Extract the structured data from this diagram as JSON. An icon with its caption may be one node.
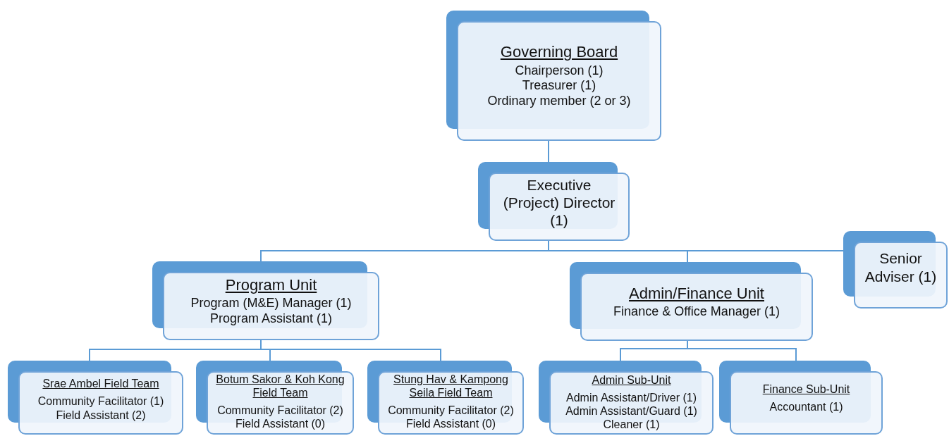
{
  "diagram": {
    "nodes": [
      {
        "text": [
          "Governing Board",
          "Chairperson (1)",
          "Treasurer (1)",
          "Ordinary member (2 or 3)"
        ]
      },
      {
        "text": [
          "Executive (Project) Director (1)"
        ]
      },
      {
        "text": [
          "Program Unit",
          "Program (M&E) Manager (1)",
          "Program Assistant (1)"
        ]
      },
      {
        "text": [
          "Admin/Finance Unit",
          "Finance & Office Manager (1)"
        ]
      },
      {
        "text": [
          "Senior Adviser (1)"
        ]
      },
      {
        "text": [
          "Srae Ambel Field Team",
          "Community Facilitator (1)",
          "Field Assistant (2)"
        ]
      },
      {
        "text": [
          "Botum Sakor & Koh Kong Field Team",
          "Community Facilitator (2)",
          "Field Assistant (0)"
        ]
      },
      {
        "text": [
          "Stung Hav & Kampong Seila Field Team",
          "Community Facilitator (2)",
          "Field Assistant (0)"
        ]
      },
      {
        "text": [
          "Admin Sub-Unit",
          "Admin Assistant/Driver (1)",
          "Admin Assistant/Guard (1)",
          "Cleaner (1)"
        ]
      },
      {
        "text": [
          "Finance Sub-Unit",
          "Accountant (1)"
        ]
      }
    ],
    "edges": [
      {
        "from": 0,
        "to": 1,
        "arrow": "none"
      },
      {
        "from": 1,
        "to": 2,
        "arrow": "none"
      },
      {
        "from": 1,
        "to": 3,
        "arrow": "none"
      },
      {
        "from": 1,
        "to": 4,
        "arrow": "none"
      },
      {
        "from": 2,
        "to": 5,
        "arrow": "none"
      },
      {
        "from": 2,
        "to": 6,
        "arrow": "none"
      },
      {
        "from": 2,
        "to": 7,
        "arrow": "none"
      },
      {
        "from": 3,
        "to": 8,
        "arrow": "none"
      },
      {
        "from": 3,
        "to": 9,
        "arrow": "none"
      }
    ]
  }
}
